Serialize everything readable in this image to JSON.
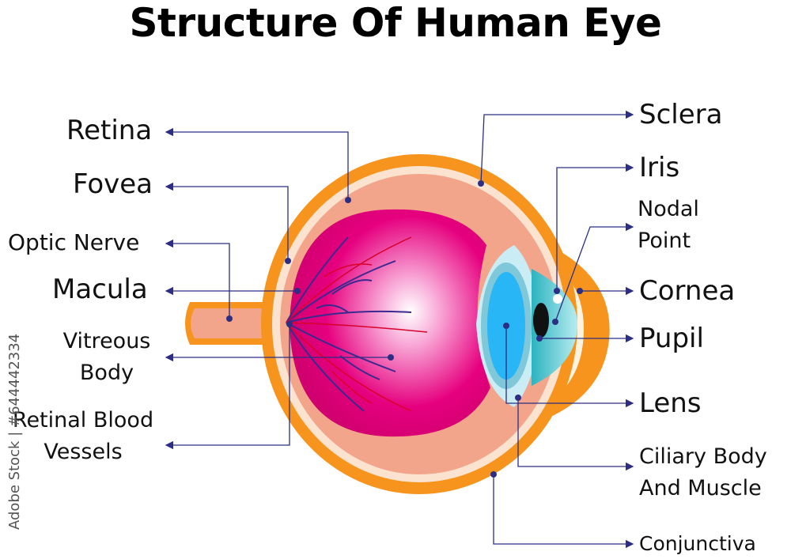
{
  "title": "Structure Of Human Eye",
  "labels_left": {
    "retina": "Retina",
    "fovea": "Fovea",
    "optic_nerve": "Optic Nerve",
    "macula": "Macula",
    "vitreous_body_1": "Vitreous",
    "vitreous_body_2": "Body",
    "retinal_blood_vessels_1": "Retinal Blood",
    "retinal_blood_vessels_2": "Vessels"
  },
  "labels_right": {
    "sclera": "Sclera",
    "iris": "Iris",
    "nodal_point_1": "Nodal",
    "nodal_point_2": "Point",
    "cornea": "Cornea",
    "pupil": "Pupil",
    "lens": "Lens",
    "ciliary_body_1": "Ciliary Body",
    "ciliary_body_2": "And Muscle",
    "conjunctiva": "Conjunctiva"
  },
  "watermark": "Adobe Stock | #644442334",
  "colors": {
    "sclera_outer": "#f7941d",
    "sclera_inner": "#fbe3d0",
    "choroid": "#f2a58a",
    "vitreous": "#e6007e",
    "lens": "#29b6f6",
    "iris": "#4fc3d6",
    "pointer": "#2b2e83"
  }
}
